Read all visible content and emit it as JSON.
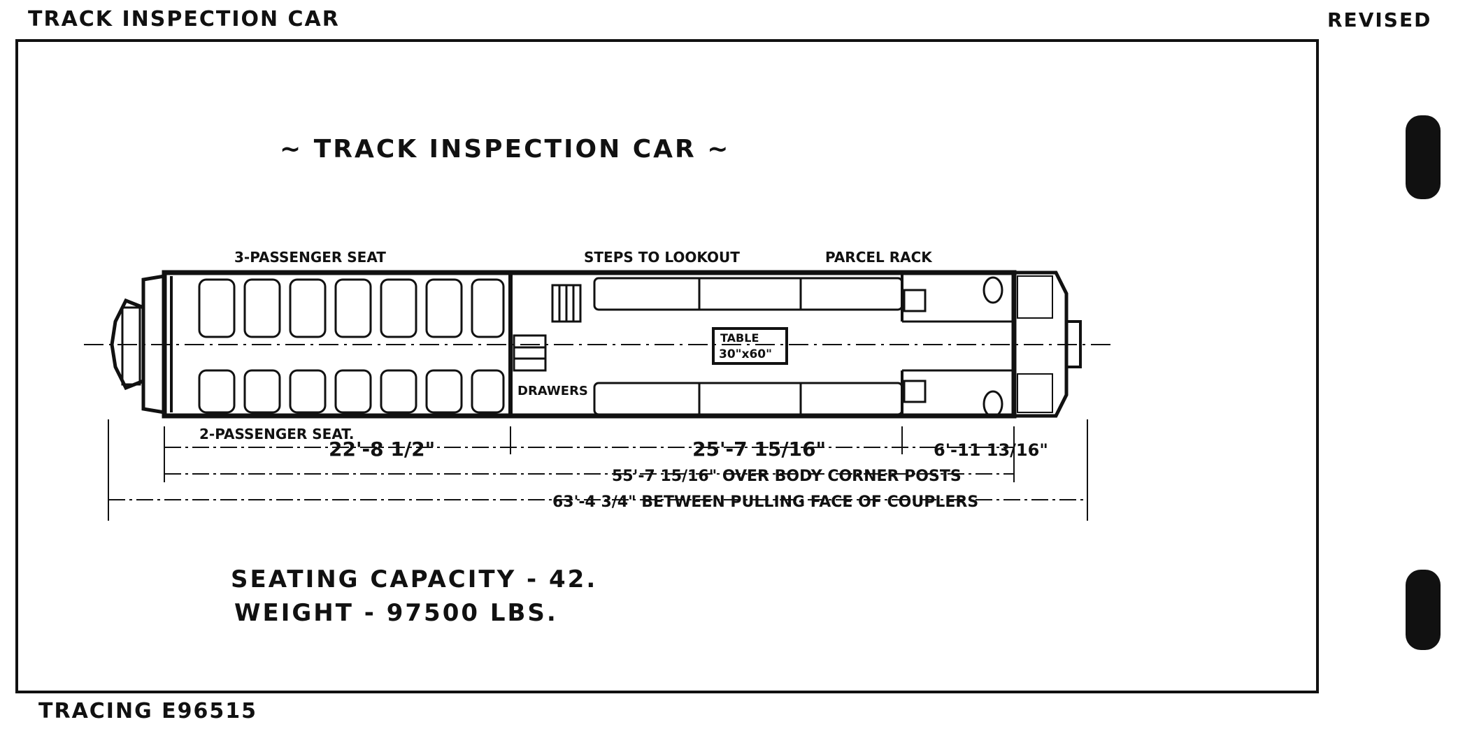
{
  "header": {
    "title": "TRACK INSPECTION CAR",
    "revised": "REVISED"
  },
  "footer": {
    "tracing": "TRACING E96515"
  },
  "drawing": {
    "main_title": "~ TRACK INSPECTION CAR ~",
    "labels": {
      "three_seat": "3-PASSENGER SEAT",
      "two_seat": "2-PASSENGER SEAT.",
      "steps": "STEPS TO LOOKOUT",
      "parcel": "PARCEL RACK",
      "drawers": "DRAWERS",
      "table_top": "TABLE",
      "table_size": "30\"x60\""
    },
    "dimensions": {
      "d1": "22'-8 1/2\"",
      "d2": "25'-7 15/16\"",
      "d3": "6'-11 13/16\"",
      "overall": "55'-7 15/16\" OVER BODY CORNER POSTS",
      "couplers": "63'-4 3/4\" BETWEEN PULLING FACE OF COUPLERS"
    },
    "specs": {
      "seating": "SEATING CAPACITY - 42.",
      "weight": "WEIGHT - 97500 LBS."
    }
  }
}
